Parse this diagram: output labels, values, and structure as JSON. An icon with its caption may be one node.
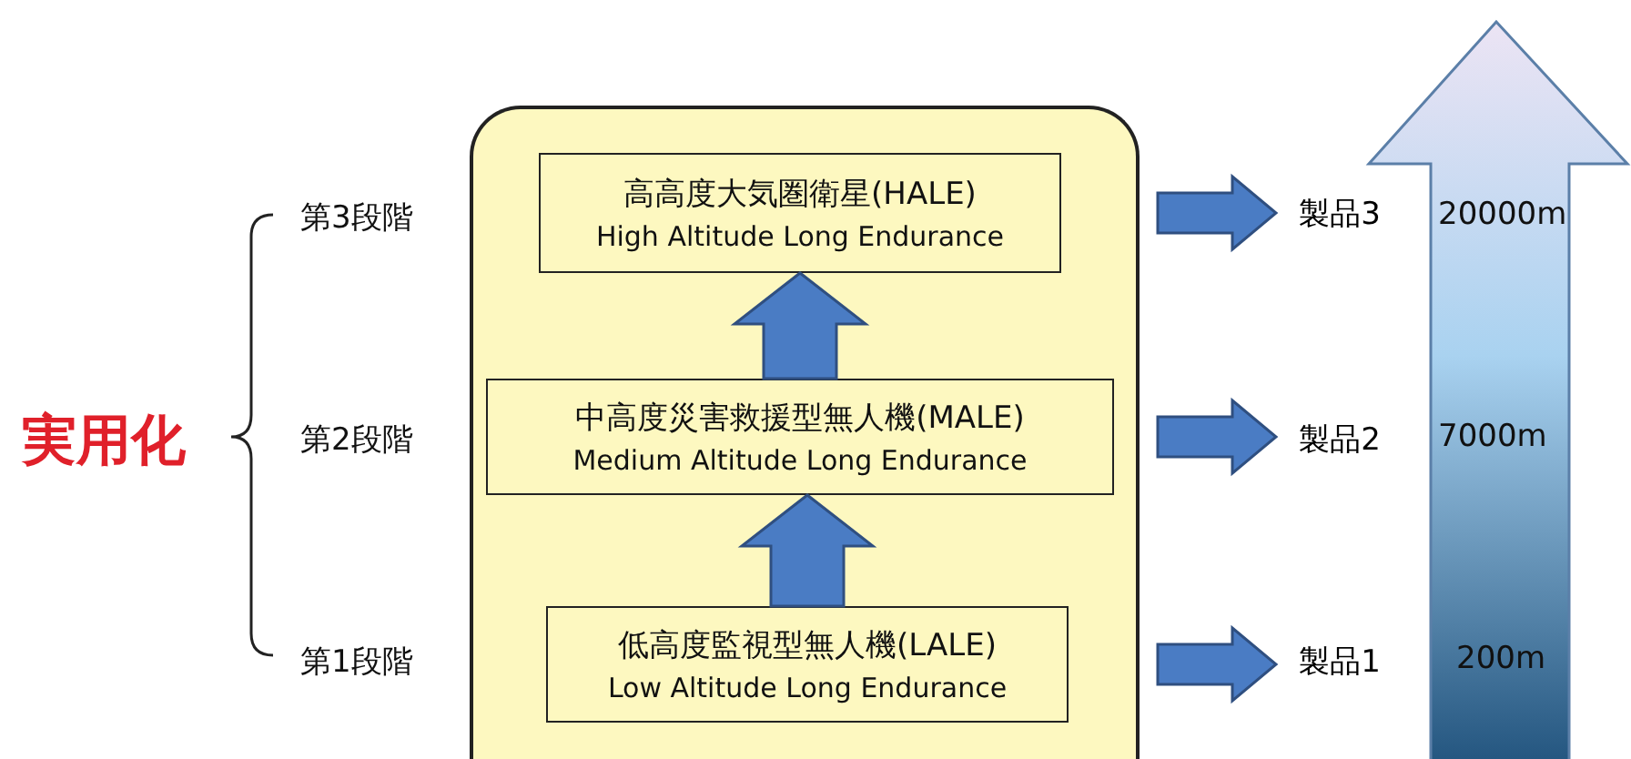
{
  "diagram": {
    "nodes": [
      {
        "text": [],
        "shape": "box"
      },
      {
        "text": [
          "高高度大気圏衛星(HALE)",
          "High Altitude Long Endurance"
        ],
        "in": 0
      },
      {
        "text": [
          "中高度災害救援型無人機(MALE)",
          "Medium Altitude Long Endurance"
        ],
        "in": 0
      },
      {
        "text": [
          "低高度監視型無人機(LALE)",
          "Low Altitude Long Endurance"
        ],
        "in": 0
      },
      {
        "text": [
          "製品3"
        ]
      },
      {
        "text": [
          "製品2"
        ]
      },
      {
        "text": [
          "製品1"
        ]
      }
    ],
    "edges": [
      {
        "from": 3,
        "to": 2,
        "arrow": "to"
      },
      {
        "from": 2,
        "to": 1,
        "arrow": "to"
      },
      {
        "from": 1,
        "to": 4,
        "arrow": "to"
      },
      {
        "from": 2,
        "to": 5,
        "arrow": "to"
      },
      {
        "from": 3,
        "to": 6,
        "arrow": "to"
      }
    ],
    "labels": [
      "実用化",
      "第3段階",
      "第2段階",
      "第1段階",
      "20000m",
      "7000m",
      "200m"
    ]
  }
}
